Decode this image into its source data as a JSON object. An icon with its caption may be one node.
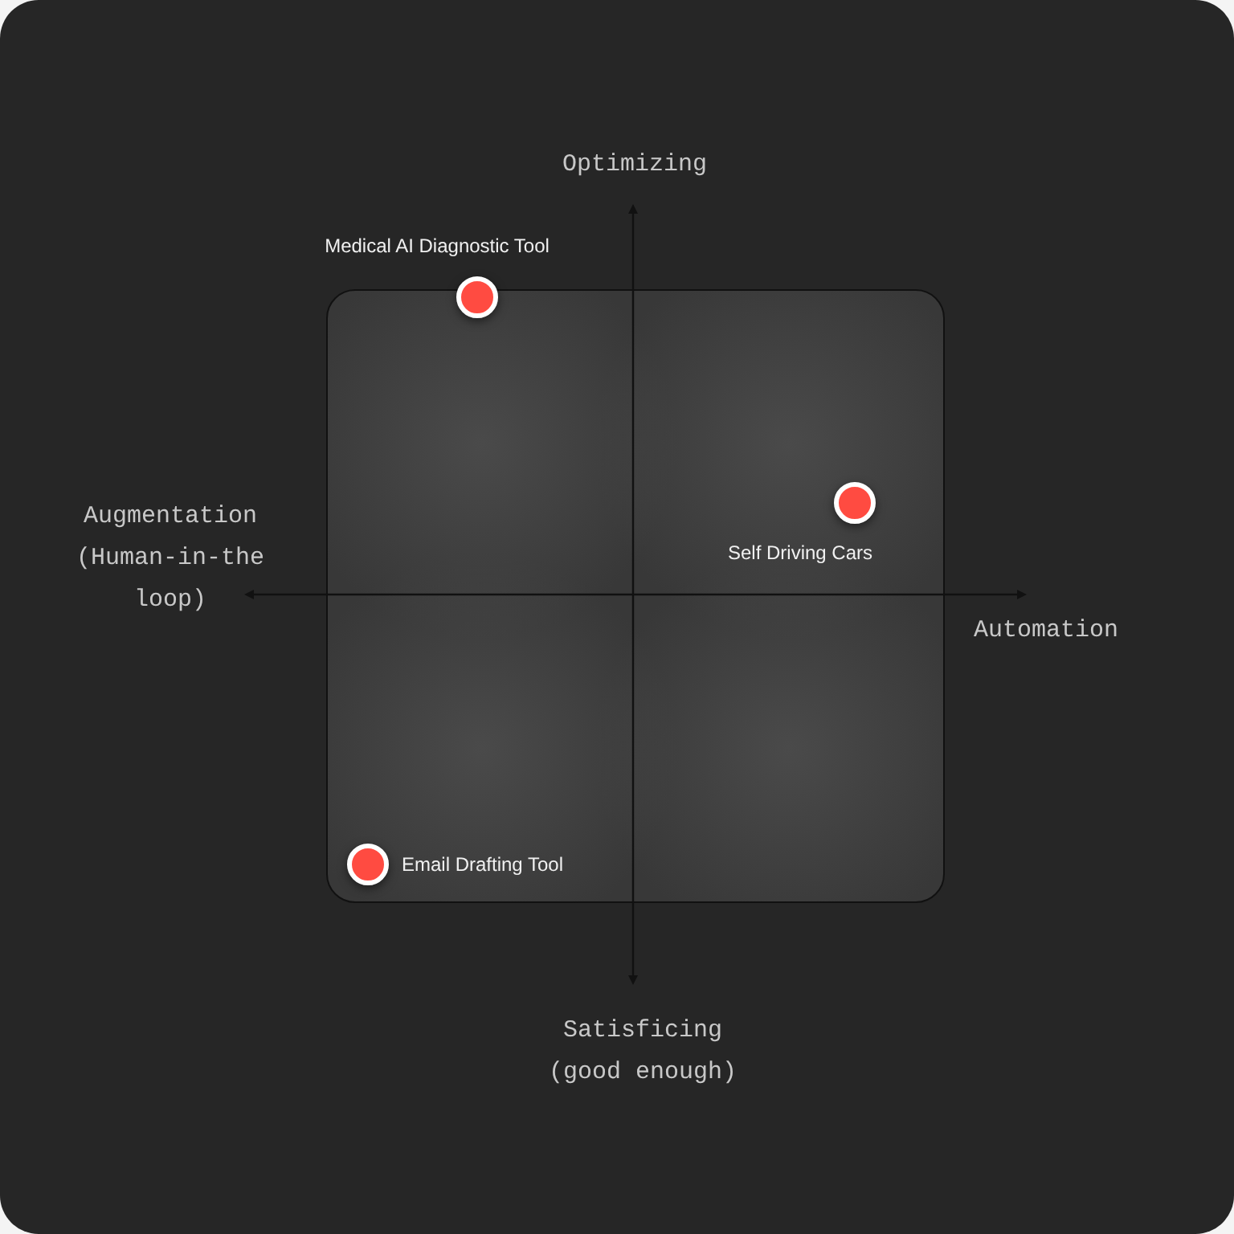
{
  "diagram": {
    "nodes": [
      {
        "text": [],
        "shape": "circle",
        "beside": [
          "Medical AI Diagnostic Tool"
        ]
      },
      {
        "text": [],
        "shape": "circle",
        "beside": [
          "Self Driving Cars"
        ]
      },
      {
        "text": [],
        "shape": "circle",
        "beside": [
          "Email Drafting Tool"
        ]
      }
    ],
    "labels": [
      "Optimizing",
      "Augmentation (Human-in-the loop)",
      "Automation",
      "Satisficing (good enough)"
    ]
  }
}
